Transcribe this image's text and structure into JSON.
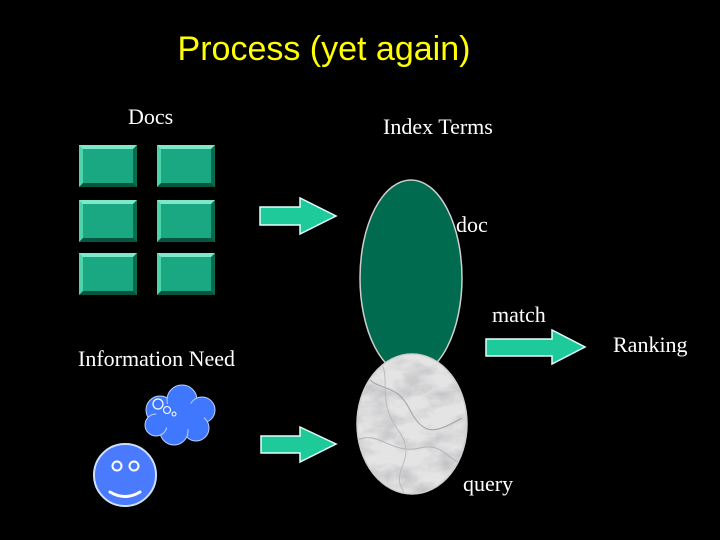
{
  "title": "Process (yet again)",
  "labels": {
    "docs": "Docs",
    "index_terms": "Index Terms",
    "doc": "doc",
    "match": "match",
    "ranking": "Ranking",
    "information_need": "Information Need",
    "query": "query"
  },
  "colors": {
    "background": "#000000",
    "title": "#ffff00",
    "text": "#ffffff",
    "arrow": "#1ec99a",
    "doc_oval": "#006b4f",
    "query_oval": "#e4e4e4",
    "face": "#4a7bff",
    "cloud": "#3f78ff"
  },
  "icons": [
    "document-box",
    "right-arrow",
    "thought-cloud",
    "smiley-face"
  ]
}
